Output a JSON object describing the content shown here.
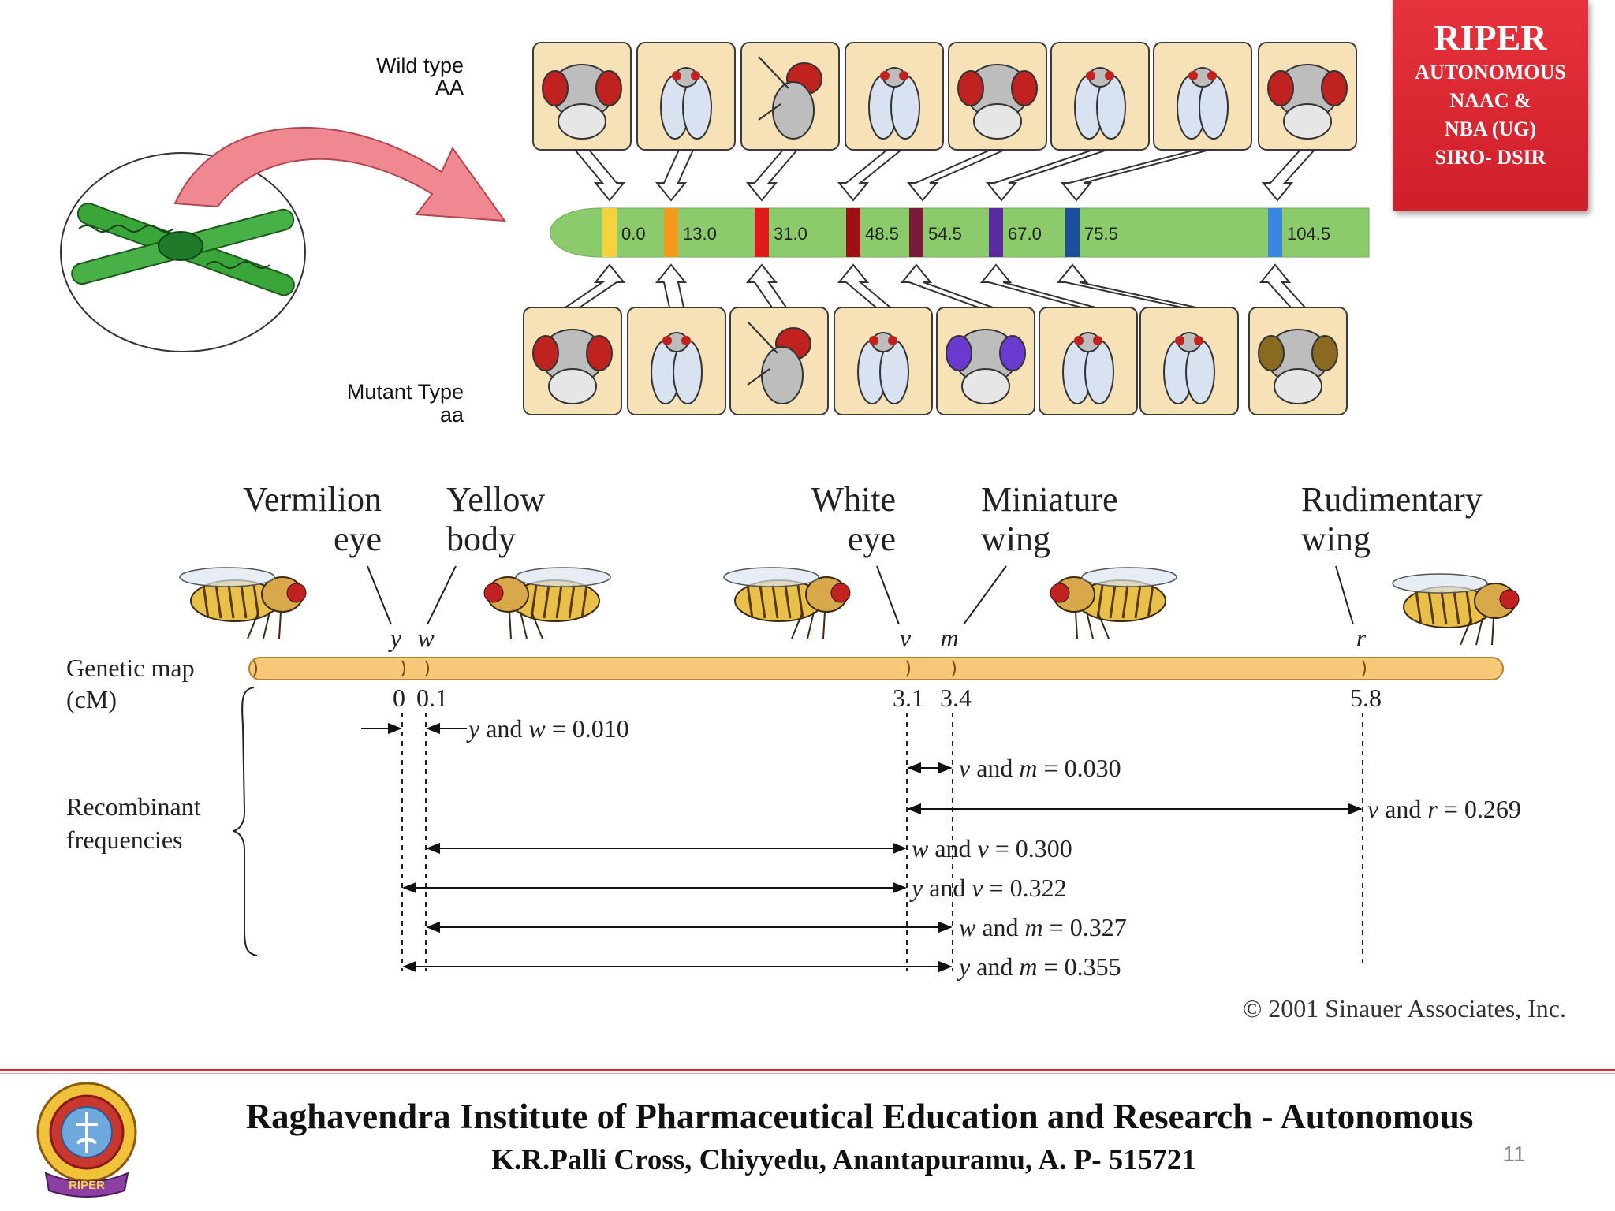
{
  "badge": {
    "brand": "RIPER",
    "line1": "AUTONOMOUS",
    "line2": "NAAC &",
    "line3": "NBA (UG)",
    "line4": "SIRO- DSIR"
  },
  "top_diagram": {
    "wild_label_1": "Wild type",
    "wild_label_2": "AA",
    "mutant_label_1": "Mutant Type",
    "mutant_label_2": "aa",
    "positions": [
      "0.0",
      "13.0",
      "31.0",
      "48.5",
      "54.5",
      "67.0",
      "75.5",
      "104.5"
    ],
    "band_colors": [
      "#f5d23c",
      "#f39a1c",
      "#e2191b",
      "#9e0f16",
      "#7a1a3a",
      "#5a2aa0",
      "#1a4f9e",
      "#3a86e0"
    ]
  },
  "genetic_map": {
    "genes": [
      {
        "name_1": "Vermilion",
        "name_2": "eye",
        "symbol": "y"
      },
      {
        "name_1": "Yellow",
        "name_2": "body",
        "symbol": "w"
      },
      {
        "name_1": "White",
        "name_2": "eye",
        "symbol": "v"
      },
      {
        "name_1": "Miniature",
        "name_2": "wing",
        "symbol": "m"
      },
      {
        "name_1": "Rudimentary",
        "name_2": "wing",
        "symbol": "r"
      }
    ],
    "map_label_1": "Genetic map",
    "map_label_2": "(cM)",
    "positions": [
      "0",
      "0.1",
      "3.1",
      "3.4",
      "5.8"
    ],
    "recomb_label_1": "Recombinant",
    "recomb_label_2": "frequencies",
    "frequencies": [
      {
        "a": "y",
        "b": "w",
        "value": "0.010"
      },
      {
        "a": "v",
        "b": "m",
        "value": "0.030"
      },
      {
        "a": "v",
        "b": "r",
        "value": "0.269"
      },
      {
        "a": "w",
        "b": "v",
        "value": "0.300"
      },
      {
        "a": "y",
        "b": "v",
        "value": "0.322"
      },
      {
        "a": "w",
        "b": "m",
        "value": "0.327"
      },
      {
        "a": "y",
        "b": "m",
        "value": "0.355"
      }
    ],
    "and_word": "and",
    "eq_sign": "=",
    "copyright": "© 2001 Sinauer Associates, Inc."
  },
  "footer": {
    "institute": "Raghavendra Institute of Pharmaceutical Education and Research - Autonomous",
    "address": "K.R.Palli Cross, Chiyyedu, Anantapuramu, A. P- 515721",
    "page": "11",
    "logo_text": "RIPER"
  }
}
